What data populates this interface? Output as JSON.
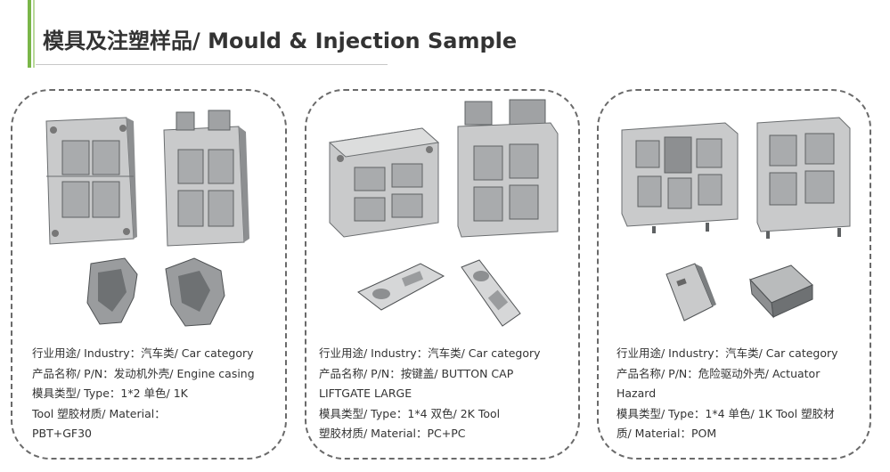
{
  "page": {
    "title": "模具及注塑样品/ Mould & Injection Sample"
  },
  "samples": [
    {
      "lines": [
        "行业用途/ Industry：汽车类/ Car category",
        "产品名称/ P/N：发动机外壳/ Engine casing",
        "模具类型/ Type：1*2 单色/ 1K",
        "Tool 塑胶材质/ Material：",
        "PBT+GF30"
      ]
    },
    {
      "lines": [
        "行业用途/ Industry：汽车类/ Car category",
        "产品名称/ P/N：按键盖/ BUTTON CAP",
        "LIFTGATE LARGE",
        "模具类型/ Type：1*4 双色/ 2K Tool",
        "塑胶材质/ Material：PC+PC"
      ]
    },
    {
      "lines": [
        "行业用途/ Industry：汽车类/ Car category",
        "产品名称/ P/N：危险驱动外壳/ Actuator",
        "Hazard",
        "模具类型/ Type：1*4 单色/ 1K Tool 塑胶材",
        "质/ Material：POM"
      ]
    }
  ],
  "colors": {
    "accent": "#7ab648",
    "accent_light": "#b9d99a",
    "mould_body": "#c9cacb",
    "mould_shadow": "#8d8f91",
    "mould_dark": "#5e6163"
  }
}
